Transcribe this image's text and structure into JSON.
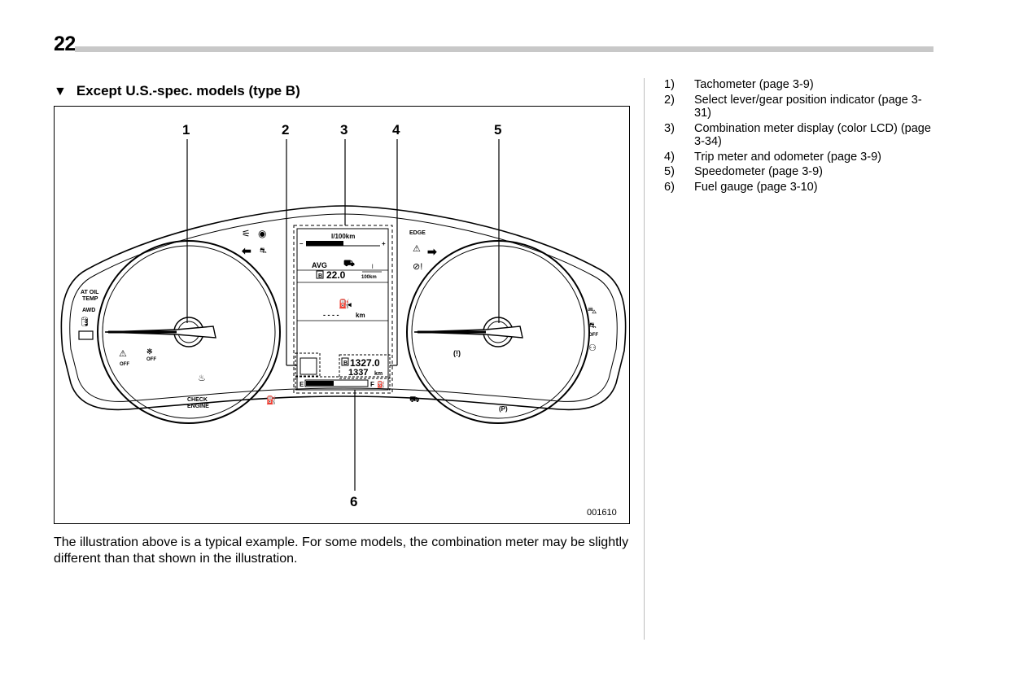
{
  "page": {
    "number": "22"
  },
  "section": {
    "marker": "▼",
    "heading": "Except U.S.-spec. models (type B)"
  },
  "figure": {
    "callouts": [
      "1",
      "2",
      "3",
      "4",
      "5",
      "6"
    ],
    "figure_id": "001610",
    "warning_labels": {
      "at_oil": "AT OIL",
      "temp": "TEMP",
      "awd": "AWD",
      "off": "OFF",
      "check": "CHECK",
      "engine": "ENGINE",
      "edge": "EDGE"
    },
    "display": {
      "fuel_unit": "l/100km",
      "bar_minus": "–",
      "bar_plus": "+",
      "avg_label": "AVG",
      "avg_b": "B",
      "avg_value": "22.0",
      "avg_unit_top": "l",
      "avg_unit_bottom": "100km",
      "range_value": "- - - -",
      "range_unit": "km",
      "trip_b": "B",
      "trip_value": "1327.0",
      "odometer_value": "1337",
      "odometer_unit": "km",
      "fuel_e": "E",
      "fuel_f": "F"
    }
  },
  "caption": "The illustration above is a typical example. For some models, the combination meter may be slightly different than that shown in the illustration.",
  "legend": [
    {
      "num": "1)",
      "text": "Tachometer (page 3-9)"
    },
    {
      "num": "2)",
      "text": "Select lever/gear position indicator (page 3-31)"
    },
    {
      "num": "3)",
      "text": "Combination meter display (color LCD) (page 3-34)"
    },
    {
      "num": "4)",
      "text": "Trip meter and odometer (page 3-9)"
    },
    {
      "num": "5)",
      "text": "Speedometer (page 3-9)"
    },
    {
      "num": "6)",
      "text": "Fuel gauge (page 3-10)"
    }
  ]
}
